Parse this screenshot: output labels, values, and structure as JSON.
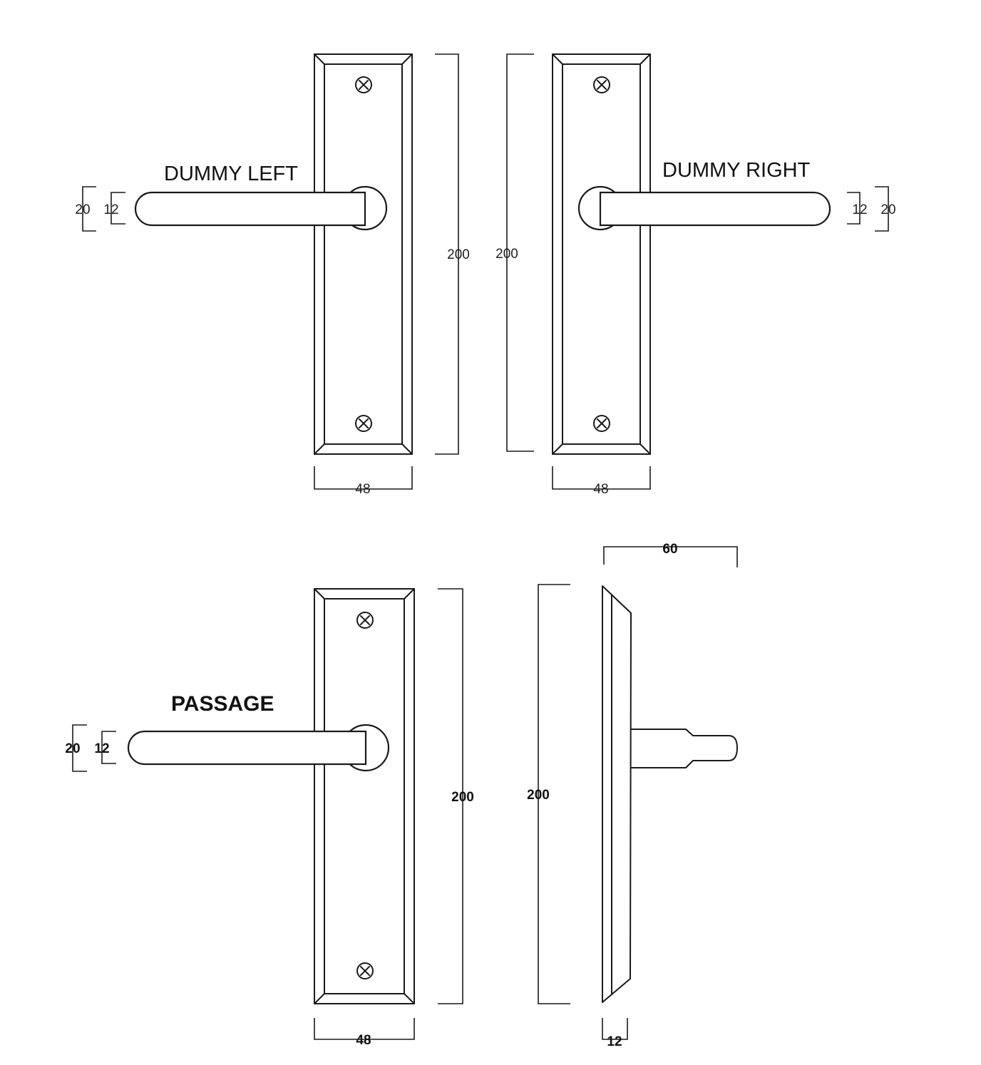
{
  "labels": {
    "dummy_left": "DUMMY LEFT",
    "dummy_right": "DUMMY RIGHT",
    "passage": "PASSAGE"
  },
  "dims": {
    "dl_outer": "20",
    "dl_inner": "12",
    "dl_height": "200",
    "dl_width": "48",
    "dr_outer": "20",
    "dr_inner": "12",
    "dr_height": "200",
    "dr_width": "48",
    "p_outer": "20",
    "p_inner": "12",
    "p_height": "200",
    "p_width": "48",
    "side_height": "200",
    "side_projection": "60",
    "side_depth": "12"
  }
}
